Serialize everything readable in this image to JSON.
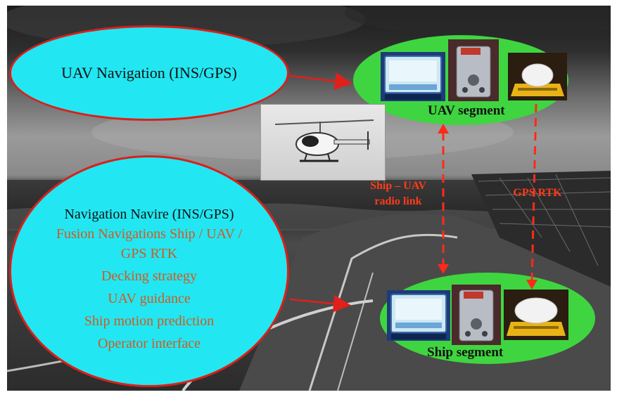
{
  "uav_nav": {
    "title": "UAV Navigation (INS/GPS)"
  },
  "ship_nav": {
    "heading": "Navigation Navire (INS/GPS)",
    "items": [
      "Fusion Navigations Ship / UAV /",
      "GPS RTK",
      "Decking strategy",
      "UAV guidance",
      "Ship motion prediction",
      "Operator interface"
    ]
  },
  "uav_segment": {
    "label": "UAV segment"
  },
  "ship_segment": {
    "label": "Ship segment"
  },
  "links": {
    "radio": [
      "Ship – UAV",
      "radio link"
    ],
    "gps": "GPS RTK"
  },
  "colors": {
    "ellipse_fill": "#22e7f2",
    "ellipse_border": "#d9201a",
    "segment_fill": "#3fd540",
    "link_red": "#ff3b1a",
    "item_orange": "#d4581f"
  },
  "icons": [
    "helicopter-photo",
    "nav-display-photo",
    "ins-unit-photo",
    "gps-receiver-photo"
  ]
}
